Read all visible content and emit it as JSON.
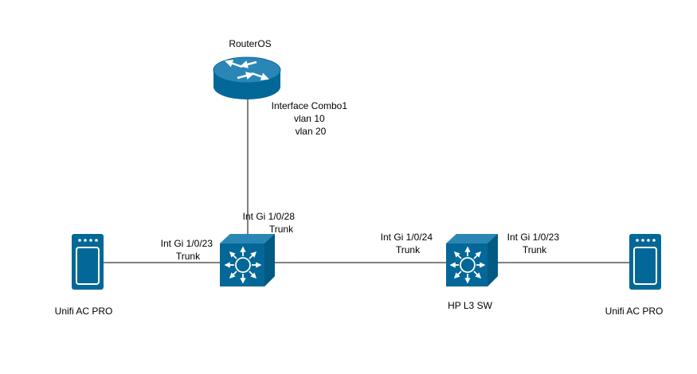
{
  "colors": {
    "device_fill": "#036897",
    "device_highlight": "#2a87b5",
    "icon_white": "#ffffff",
    "link_line": "#000000"
  },
  "nodes": {
    "router": {
      "label": "RouterOS",
      "icon": "router-icon"
    },
    "core_switch": {
      "label": "",
      "icon": "l3-switch-icon"
    },
    "hp_switch": {
      "label": "HP L3 SW",
      "icon": "l3-switch-icon"
    },
    "ap_left": {
      "label": "Unifi AC PRO",
      "icon": "access-point-icon"
    },
    "ap_right": {
      "label": "Unifi AC PRO",
      "icon": "access-point-icon"
    }
  },
  "links": {
    "router_core": {
      "router_side": [
        "Interface Combo1",
        "vlan 10",
        "vlan 20"
      ],
      "switch_side": [
        "Int Gi 1/0/28",
        "Trunk"
      ]
    },
    "ap_left_core": {
      "labels": [
        "Int Gi 1/0/23",
        "Trunk"
      ]
    },
    "core_hp": {
      "labels": [
        "Int Gi 1/0/24",
        "Trunk"
      ]
    },
    "hp_ap_right": {
      "labels": [
        "Int Gi 1/0/23",
        "Trunk"
      ]
    }
  }
}
